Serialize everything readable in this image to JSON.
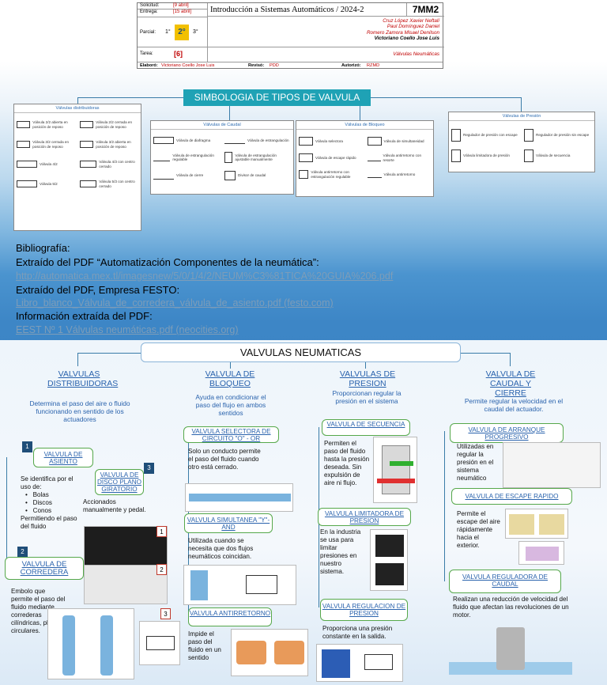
{
  "header": {
    "solicitud_label": "Solicitud:",
    "solicitud_value": "[9 abril]",
    "entrega_label": "Entrega:",
    "entrega_value": "[15 abril]",
    "parcial_label": "Parcial:",
    "parcial_1": "1°",
    "parcial_2": "2°",
    "parcial_3": "3°",
    "tarea_label": "Tarea:",
    "tarea_value": "[6]",
    "title": "Introducción a Sistemas Automáticos / 2024-2",
    "group": "7MM2",
    "authors": [
      "Cruz López Xavier Neftalí",
      "Paul Domínguez Daniel",
      "Romero Zamora Misael Denilson"
    ],
    "author_main": "Victoriano Coello Jose Luis",
    "topic": "Válvulas Neumáticas",
    "elaboro_label": "Elaboró:",
    "elaboro_value": "Victoriano Coello Jose Luis",
    "reviso_label": "Revisó:",
    "reviso_value": "PDD",
    "autorizo_label": "Autorizó:",
    "autorizo_value": "RZMD"
  },
  "symbology": {
    "title": "SIMBOLOGIA DE TIPOS DE VALVULA",
    "distribuidoras": {
      "title": "Válvulas distribuidoras",
      "items": [
        "Válvula 2/2 abierta en posición de reposo",
        "Válvula 2/2 cerrada en posición de reposo",
        "Válvula 3/2 cerrada en posición de reposo",
        "Válvula 3/2 abierta en posición de reposo",
        "Válvula 4/2",
        "Válvula 4/3 con centro cerrado",
        "Válvula 5/2",
        "Válvula 5/3 con centro cerrado"
      ]
    },
    "caudal": {
      "title": "Válvulas de Caudal",
      "items": [
        "Válvula de diafragma",
        "Válvula de estrangulación",
        "Válvula de estrangulación regulable",
        "Válvula de estrangulación ajustable manualmente",
        "Válvula de cierre",
        "Divisor de caudal"
      ]
    },
    "bloqueo": {
      "title": "Válvulas de Bloqueo",
      "items": [
        "Válvula selectora",
        "Válvula de simultaneidad",
        "Válvula de escape rápido",
        "Válvula antirretorno con resorte",
        "Válvula antirretorno con estrangulación regulable",
        "Válvula antirretorno"
      ]
    },
    "presion": {
      "title": "Válvulas de Presión",
      "items": [
        "Regulador de presión con escape",
        "Regulador de presión sin escape",
        "Válvula limitadora de presión",
        "Válvula de secuencia"
      ]
    }
  },
  "bibliography": {
    "heading": "Bibliografía:",
    "line1": "Extraído del  PDF “Automatización Componentes de la neumática”:",
    "link1": "http://automatica.mex.tl/imagesnew/5/0/1/4/2/NEUM%C3%81TICA%20GUIA%206.pdf",
    "line2": "Extraído del PDF, Empresa FESTO:",
    "link2": "Libro_blanco_Válvula_de_corredera_válvula_de_asiento.pdf (festo.com)",
    "line3": "Información extraída del PDF:",
    "link3": "EEST Nº 1 Válvulas neumáticas.pdf (neocities.org)"
  },
  "map": {
    "title": "VALVULAS NEUMATICAS",
    "distribuidoras": {
      "title": "VALVULAS DISTRIBUIDORAS",
      "desc": "Determina el paso del aire o fluido funcionando en sentido de los actuadores",
      "asiento": {
        "num": "1",
        "title": "VALVULA DE ASIENTO",
        "text_intro": "Se identifica por el uso de:",
        "bullets": [
          "Bolas",
          "Discos",
          "Conos"
        ],
        "text_end": "Permitiendo el paso del fluido"
      },
      "disco": {
        "num": "3",
        "title": "VALVULA DE DISCO PLANO GIRATORIO",
        "text": "Accionados manualmente y pedal."
      },
      "corredera": {
        "num": "2",
        "title": "VALVULA DE CORREDERA",
        "text": "Embolo que permite el paso del fluido mediante correderas cilíndricas, planas, circulares."
      },
      "img_nums": [
        "1",
        "2",
        "3"
      ]
    },
    "bloqueo": {
      "title": "VALVULA DE BLOQUEO",
      "desc": "Ayuda en condicionar el paso del flujo en ambos sentidos",
      "selectora": {
        "title": "VALVULA SELECTORA DE CIRCUITO \"O\" - OR",
        "text": "Solo un conducto permite el paso del fluido cuando otro está cerrado."
      },
      "simultanea": {
        "title": "VALVULA SIMULTANEA \"Y\"-AND",
        "text": "Utilizada cuando se necesita que dos flujos neumáticos  coincidan."
      },
      "antirretorno": {
        "title": "VALVULA ANTIRRETORNO",
        "text": "Impide el paso del fluido en un sentido"
      }
    },
    "presion": {
      "title": "VALVULAS DE PRESION",
      "desc": "Proporcionan regular la  presión en el sistema",
      "secuencia": {
        "title": "VALVULA DE SECUENCIA",
        "text": "Permiten el paso del fluido hasta la presión deseada. Sin expulsión de aire ni flujo."
      },
      "limitadora": {
        "title": "VALVULA LIMITADORA DE PRESION",
        "text": "En la industria se usa para limitar presiones en nuestro sistema."
      },
      "regulacion": {
        "title": "VALVULA REGULACION DE PRESION",
        "text": "Proporciona una presión constante en la salida."
      }
    },
    "caudal": {
      "title": "VALVULA DE CAUDAL Y CIERRE",
      "desc": "Permite regular la velocidad en el caudal del actuador.",
      "arranque": {
        "title": "VALVULA DE ARRANQUE PROGRESIVO",
        "text": "Utilizadas en regular la presión en el sistema neumático"
      },
      "escape": {
        "title": "VALVULA DE ESCAPE RAPIDO",
        "text": "Permite el escape del aire rápidamente hacia el exterior."
      },
      "reguladora": {
        "title": "VALVULA REGULADORA DE CAUDAL",
        "text": "Realizan una reducción de velocidad del fluido que afectan las revoluciones de un motor."
      }
    }
  },
  "colors": {
    "accent": "#1fa2b5",
    "box_border": "#56a84b",
    "link": "#2a63ad",
    "dark_badge": "#1f4e79"
  }
}
